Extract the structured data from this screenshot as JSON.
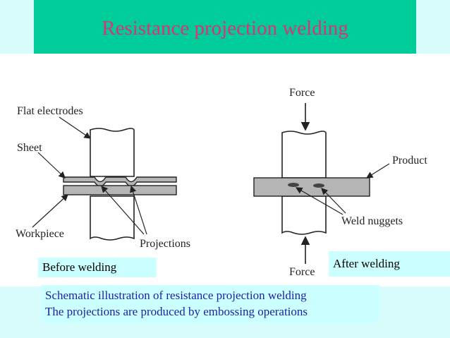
{
  "title": "Resistance projection welding",
  "colors": {
    "title_bg": "#00cc99",
    "title_text": "#d7347c",
    "page_bg": "#d8fbfb",
    "caption_bg": "#ccffff",
    "caption_text": "#1f1fa6",
    "sheet_fill": "#b5b5b5"
  },
  "diagram": {
    "before": {
      "labels": {
        "flat_electrodes": "Flat electrodes",
        "sheet": "Sheet",
        "workpiece": "Workpiece",
        "projections": "Projections"
      }
    },
    "after": {
      "labels": {
        "force_top": "Force",
        "force_bottom": "Force",
        "product": "Product",
        "weld_nuggets": "Weld nuggets"
      }
    }
  },
  "captions": {
    "before": "Before welding",
    "after": "After welding"
  },
  "description": [
    "Schematic illustration of resistance projection welding",
    "The projections are produced by embossing operations"
  ]
}
